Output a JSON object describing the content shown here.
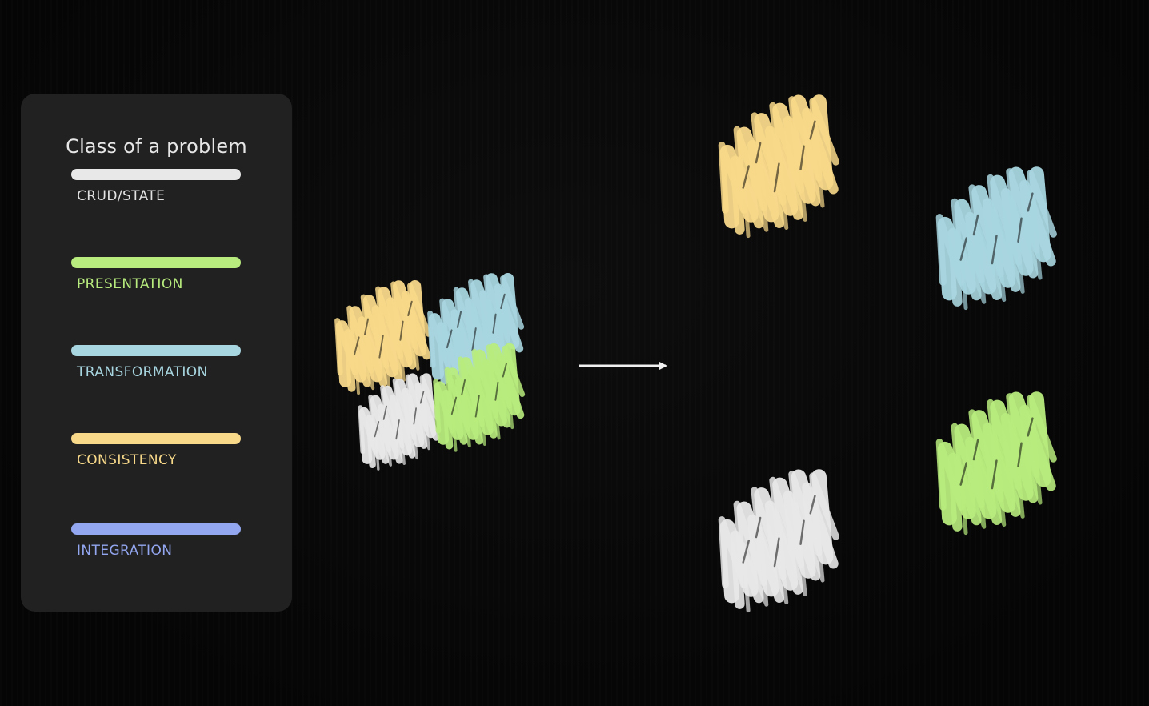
{
  "legend": {
    "title": "Class of a problem",
    "items": [
      {
        "key": "crud",
        "label": "CRUD/STATE",
        "color": "#e8e8e8"
      },
      {
        "key": "presentation",
        "label": "PRESENTATION",
        "color": "#b8ec7e"
      },
      {
        "key": "transformation",
        "label": "TRANSFORMATION",
        "color": "#a8d6e0"
      },
      {
        "key": "consistency",
        "label": "CONSISTENCY",
        "color": "#f8d98a"
      },
      {
        "key": "integration",
        "label": "INTEGRATION",
        "color": "#93a6f0"
      }
    ]
  },
  "diagram": {
    "input_cluster": [
      "consistency",
      "transformation",
      "crud",
      "presentation"
    ],
    "arrow": "right-arrow",
    "output_clusters": [
      "consistency",
      "transformation",
      "presentation",
      "crud"
    ]
  }
}
